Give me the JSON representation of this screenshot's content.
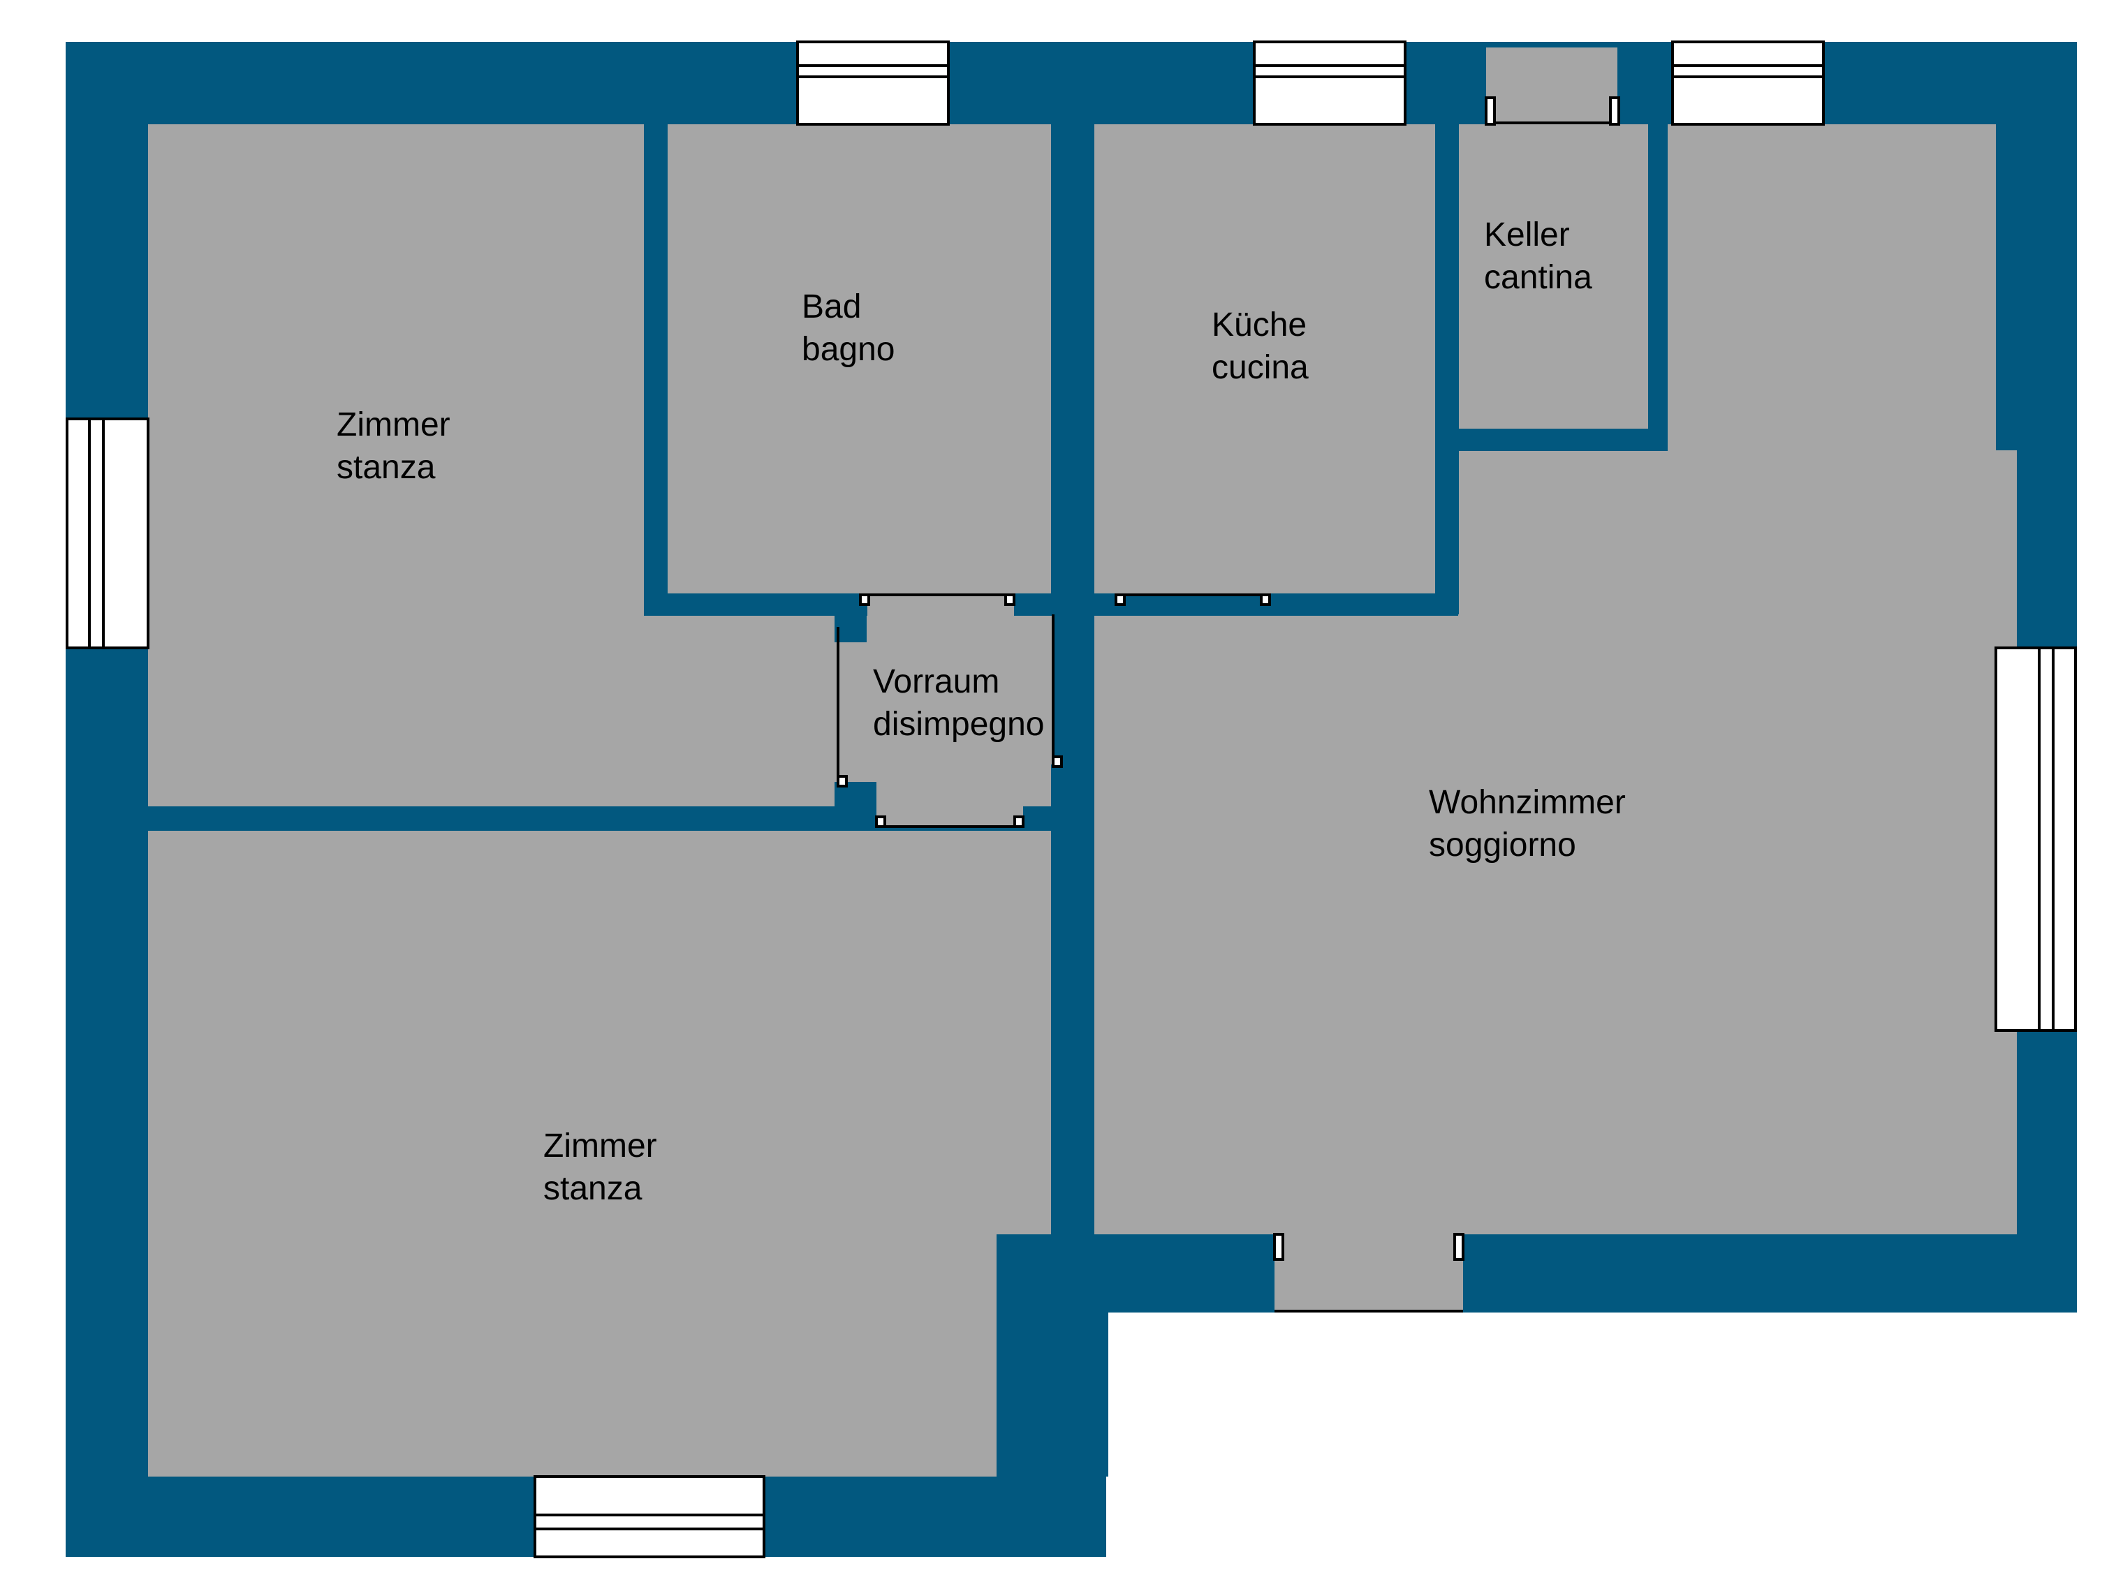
{
  "colors": {
    "wall": "#02587f",
    "floor": "#a6a6a6",
    "window": "#ffffff",
    "outline": "#000000",
    "background": "#ffffff"
  },
  "rooms": {
    "zimmer_top": {
      "line1": "Zimmer",
      "line2": "stanza"
    },
    "bad": {
      "line1": "Bad",
      "line2": "bagno"
    },
    "kueche": {
      "line1": "Küche",
      "line2": "cucina"
    },
    "keller": {
      "line1": "Keller",
      "line2": "cantina"
    },
    "vorraum": {
      "line1": "Vorraum",
      "line2": "disimpegno"
    },
    "wohnzimmer": {
      "line1": "Wohnzimmer",
      "line2": "soggiorno"
    },
    "zimmer_bottom": {
      "line1": "Zimmer",
      "line2": "stanza"
    }
  }
}
